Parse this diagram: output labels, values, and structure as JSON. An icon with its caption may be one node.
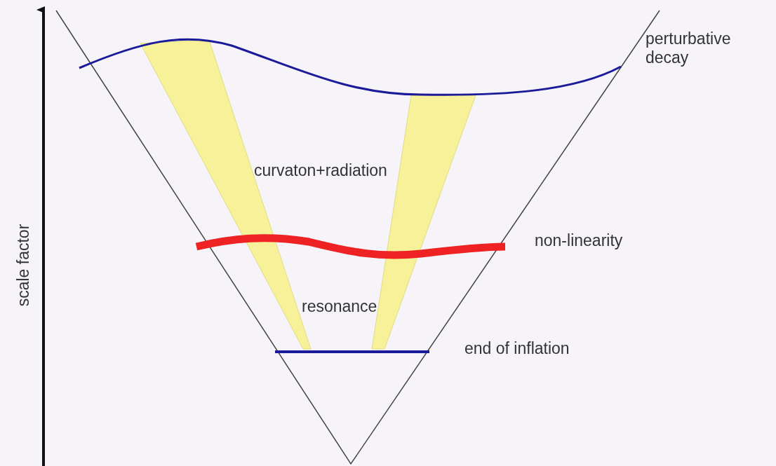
{
  "diagram": {
    "labels": [
      "perturbative decay",
      "curvaton+radiation",
      "non-linearity",
      "resonance",
      "end of inflation",
      "scale factor"
    ]
  }
}
